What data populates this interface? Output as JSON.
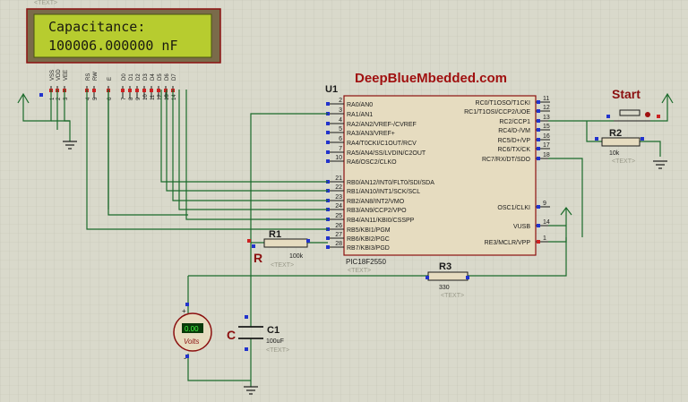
{
  "top_text_tag": "<TEXT>",
  "lcd": {
    "line1": "Capacitance:",
    "line2": "100006.000000 nF",
    "pin_labels": [
      "VSS",
      "VDD",
      "VEE",
      "RS",
      "RW",
      "E",
      "D0",
      "D1",
      "D2",
      "D3",
      "D4",
      "D5",
      "D6",
      "D7"
    ],
    "pin_numbers": [
      "1",
      "2",
      "3",
      "4",
      "5",
      "6",
      "7",
      "8",
      "9",
      "10",
      "11",
      "12",
      "13",
      "14"
    ]
  },
  "brand": "DeepBlueMbedded.com",
  "mcu": {
    "ref": "U1",
    "part": "PIC18F2550",
    "text_tag": "<TEXT>",
    "left_pins": [
      {
        "num": "2",
        "name": "RA0/AN0"
      },
      {
        "num": "3",
        "name": "RA1/AN1"
      },
      {
        "num": "4",
        "name": "RA2/AN2/VREF-/CVREF"
      },
      {
        "num": "5",
        "name": "RA3/AN3/VREF+"
      },
      {
        "num": "6",
        "name": "RA4/T0CKI/C1OUT/RCV"
      },
      {
        "num": "7",
        "name": "RA5/AN4/SS/LVDIN/C2OUT"
      },
      {
        "num": "10",
        "name": "RA6/OSC2/CLKO"
      },
      {
        "num": "21",
        "name": "RB0/AN12/INT0/FLT0/SDI/SDA"
      },
      {
        "num": "22",
        "name": "RB1/AN10/INT1/SCK/SCL"
      },
      {
        "num": "23",
        "name": "RB2/AN8/INT2/VMO"
      },
      {
        "num": "24",
        "name": "RB3/AN9/CCP2/VPO"
      },
      {
        "num": "25",
        "name": "RB4/AN11/KBI0/CSSPP"
      },
      {
        "num": "26",
        "name": "RB5/KBI1/PGM"
      },
      {
        "num": "27",
        "name": "RB6/KBI2/PGC"
      },
      {
        "num": "28",
        "name": "RB7/KBI3/PGD"
      }
    ],
    "right_pins": [
      {
        "num": "11",
        "name": "RC0/T1OSO/T1CKI"
      },
      {
        "num": "12",
        "name": "RC1/T1OSI/CCP2/UOE"
      },
      {
        "num": "13",
        "name": "RC2/CCP1"
      },
      {
        "num": "15",
        "name": "RC4/D-/VM"
      },
      {
        "num": "16",
        "name": "RC5/D+/VP"
      },
      {
        "num": "17",
        "name": "RC6/TX/CK"
      },
      {
        "num": "18",
        "name": "RC7/RX/DT/SDO"
      },
      {
        "num": "9",
        "name": "OSC1/CLKI"
      },
      {
        "num": "14",
        "name": "VUSB"
      },
      {
        "num": "1",
        "name": "RE3/MCLR/VPP"
      }
    ]
  },
  "start_label": "Start",
  "r2": {
    "ref": "R2",
    "value": "10k",
    "tag": "<TEXT>"
  },
  "r1": {
    "ref": "R1",
    "value": "100k",
    "tag": "<TEXT>",
    "letter": "R"
  },
  "r3": {
    "ref": "R3",
    "value": "330",
    "tag": "<TEXT>"
  },
  "c1": {
    "ref": "C1",
    "value": "100uF",
    "tag": "<TEXT>",
    "letter": "C"
  },
  "voltmeter": {
    "display": "0.00",
    "label": "Volts",
    "plus": "+",
    "minus": "-"
  },
  "colors": {
    "background": "#d9d9cb",
    "wire": "#1a6a2a",
    "accent_red": "#8b0000",
    "lcd_screen": "#b7cc2f",
    "chip": "#e6dcc0"
  }
}
